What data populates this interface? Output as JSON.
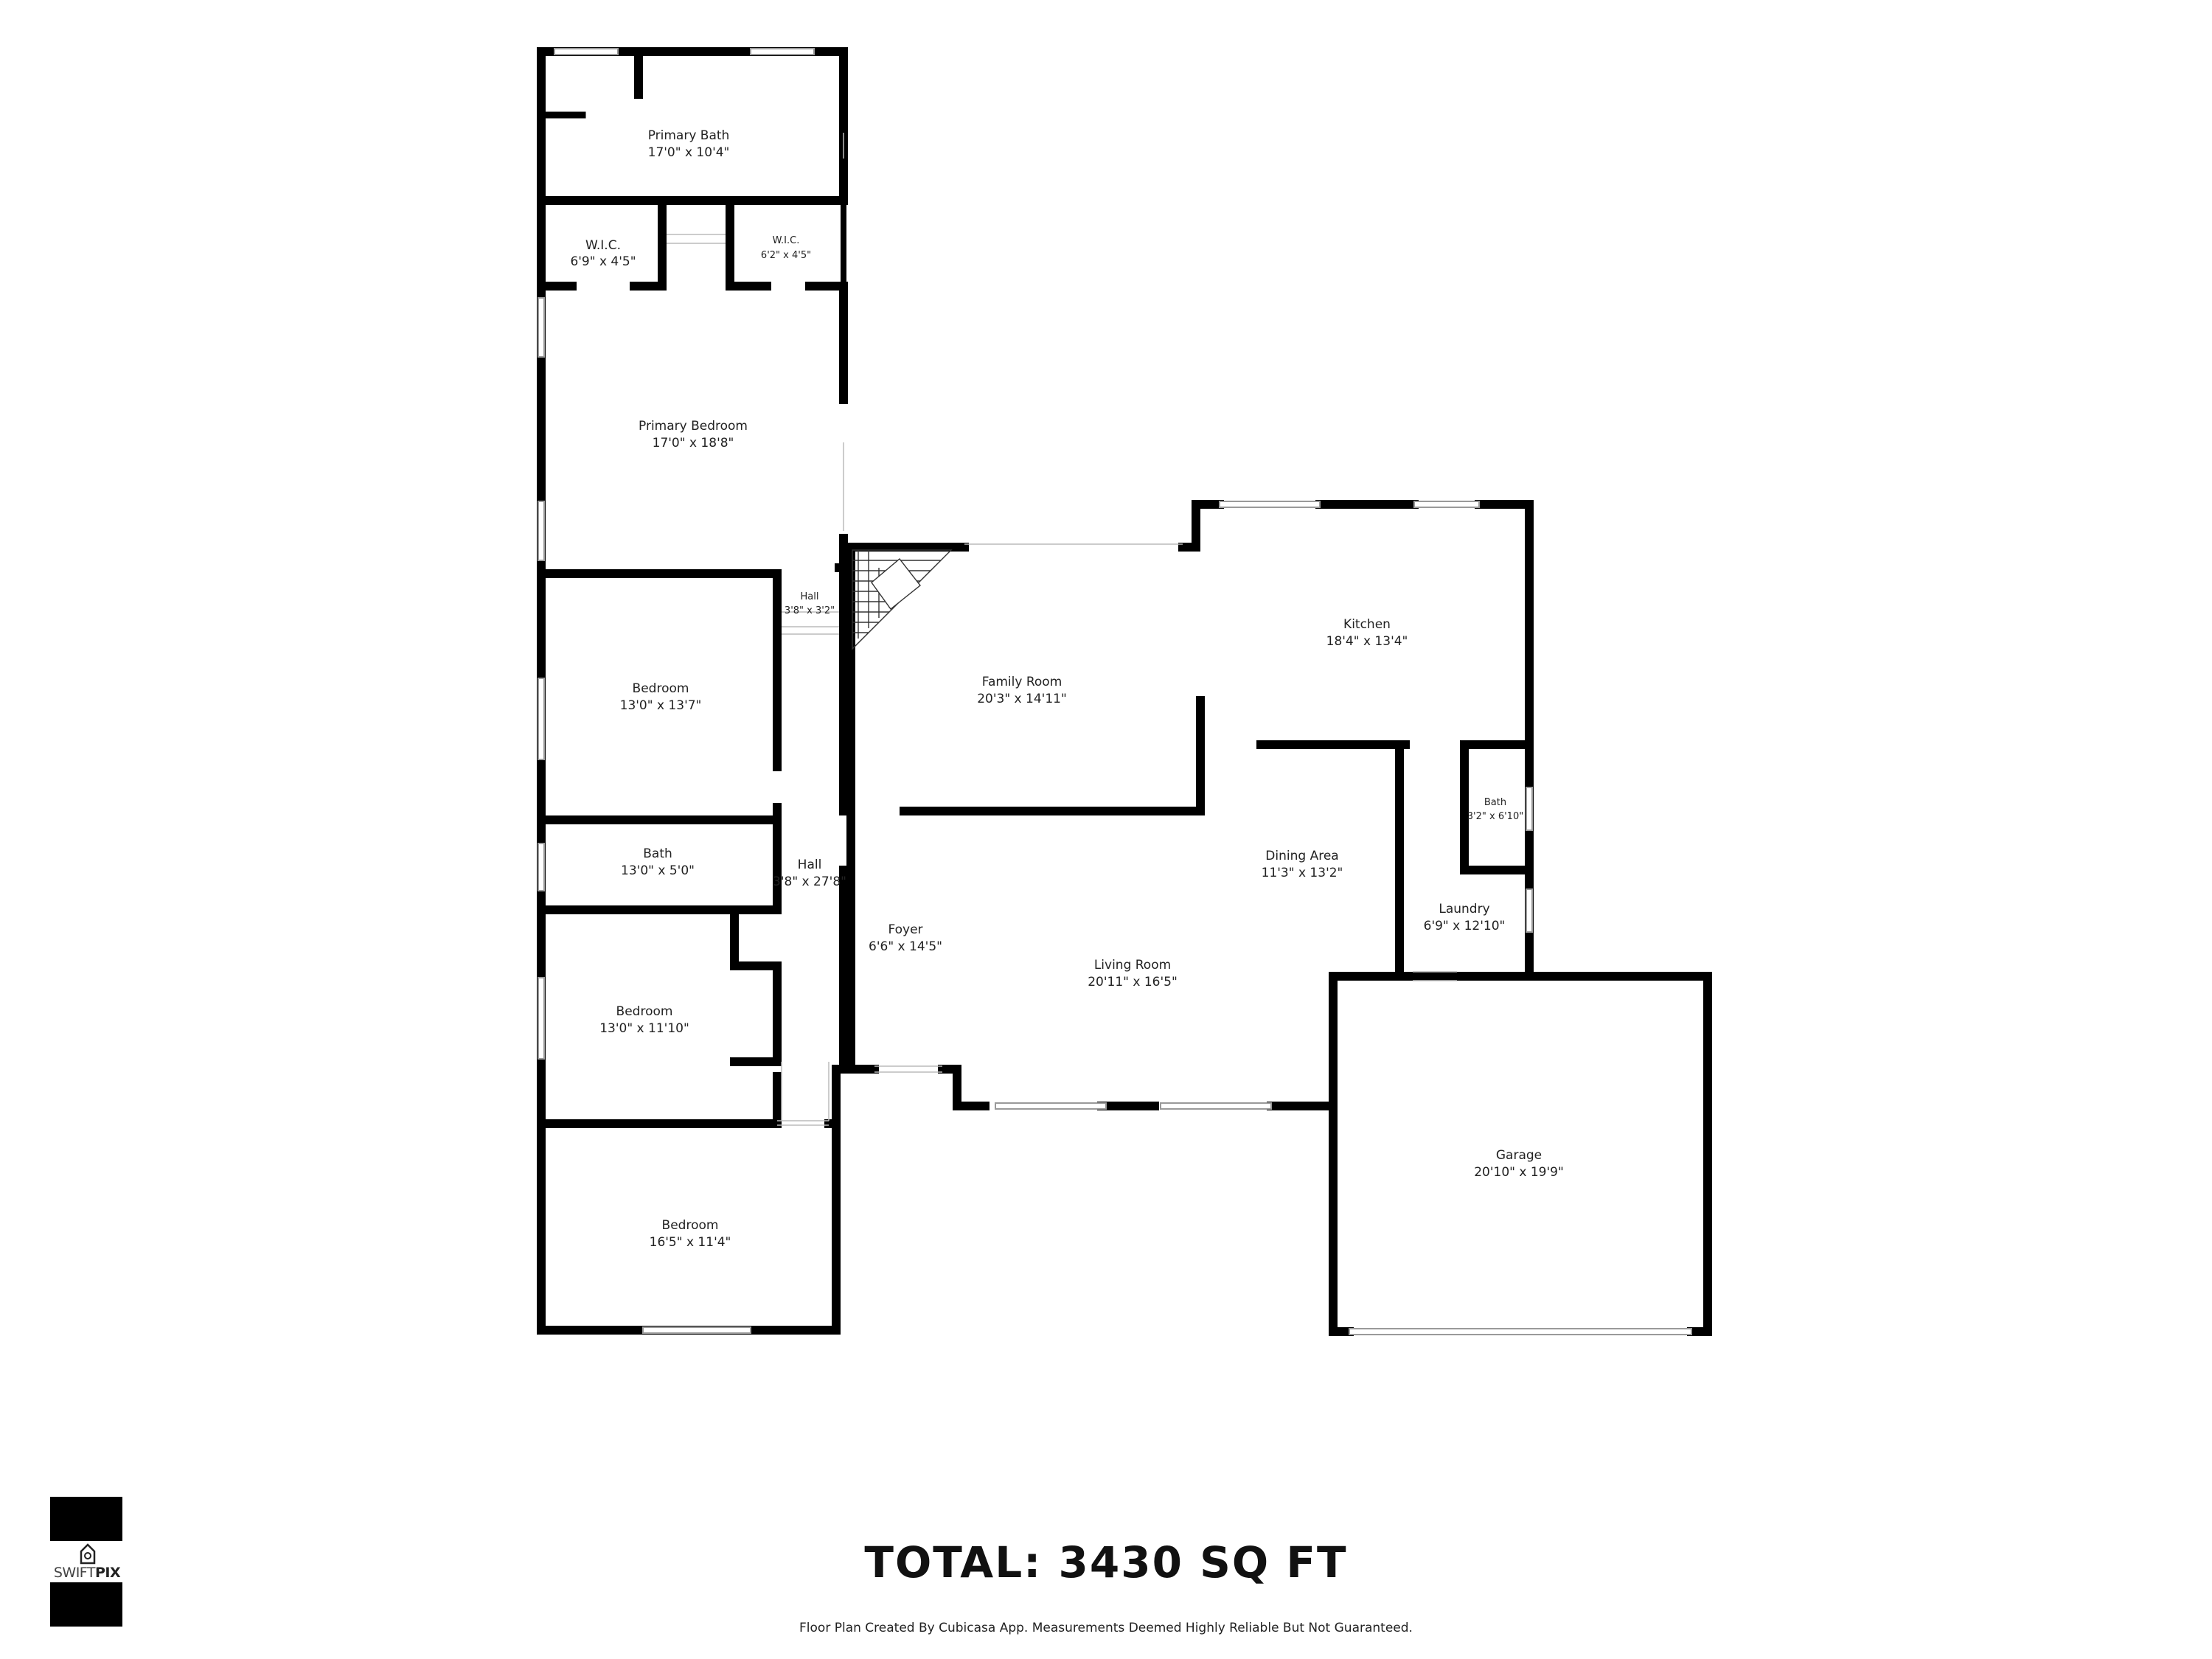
{
  "rooms": [
    {
      "id": "primary-bath",
      "name": "Primary Bath",
      "dims": "17'0\" x 10'4\""
    },
    {
      "id": "wic-left",
      "name": "W.I.C.",
      "dims": "6'9\" x 4'5\""
    },
    {
      "id": "wic-right",
      "name": "W.I.C.",
      "dims": "6'2\" x 4'5\""
    },
    {
      "id": "primary-bedroom",
      "name": "Primary Bedroom",
      "dims": "17'0\" x 18'8\""
    },
    {
      "id": "hall-small",
      "name": "Hall",
      "dims": "3'8\" x 3'2\""
    },
    {
      "id": "bedroom-1",
      "name": "Bedroom",
      "dims": "13'0\" x 13'7\""
    },
    {
      "id": "bath-1",
      "name": "Bath",
      "dims": "13'0\" x 5'0\""
    },
    {
      "id": "hall-long",
      "name": "Hall",
      "dims": "3'8\" x 27'8\""
    },
    {
      "id": "bedroom-2",
      "name": "Bedroom",
      "dims": "13'0\" x 11'10\""
    },
    {
      "id": "bedroom-3",
      "name": "Bedroom",
      "dims": "16'5\" x 11'4\""
    },
    {
      "id": "family-room",
      "name": "Family Room",
      "dims": "20'3\" x 14'11\""
    },
    {
      "id": "kitchen",
      "name": "Kitchen",
      "dims": "18'4\" x 13'4\""
    },
    {
      "id": "dining-area",
      "name": "Dining Area",
      "dims": "11'3\" x 13'2\""
    },
    {
      "id": "bath-2",
      "name": "Bath",
      "dims": "3'2\" x 6'10\""
    },
    {
      "id": "laundry",
      "name": "Laundry",
      "dims": "6'9\" x 12'10\""
    },
    {
      "id": "foyer",
      "name": "Foyer",
      "dims": "6'6\" x 14'5\""
    },
    {
      "id": "living-room",
      "name": "Living Room",
      "dims": "20'11\" x 16'5\""
    },
    {
      "id": "garage",
      "name": "Garage",
      "dims": "20'10\" x 19'9\""
    }
  ],
  "total_label": "TOTAL: 3430 SQ FT",
  "disclaimer": "Floor Plan Created By Cubicasa App. Measurements Deemed Highly Reliable But Not Guaranteed.",
  "logo": {
    "text_light": "SWIFT",
    "text_bold": "PIX"
  },
  "colors": {
    "wall": "#000000",
    "window": "#bbbbbb",
    "background": "#ffffff"
  }
}
